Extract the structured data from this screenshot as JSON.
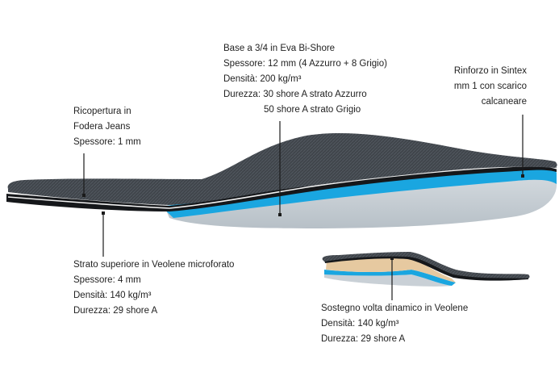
{
  "colors": {
    "fabric": "#3e4247",
    "fabric_light": "#5a5f66",
    "black_layer": "#15171a",
    "blue_layer": "#1aa6e0",
    "grey_base": "#c9d0d6",
    "white_line": "#f2f2f2",
    "tan_support": "#e6c9a0",
    "leader": "#1a1a1a"
  },
  "labels": {
    "base": {
      "line1": "Base a 3/4 in Eva Bi-Shore",
      "line2": "Spessore: 12 mm (4 Azzurro + 8 Grigio)",
      "line3": "Densità: 200 kg/m³",
      "line4": "Durezza: 30 shore A strato Azzurro",
      "line5": "50 shore A strato Grigio"
    },
    "rinforzo": {
      "line1": "Rinforzo in Sintex",
      "line2": "mm 1 con scarico",
      "line3": "calcaneare"
    },
    "ricopertura": {
      "line1": "Ricopertura in",
      "line2": "Fodera Jeans",
      "line3": "Spessore: 1 mm"
    },
    "strato": {
      "line1": "Strato superiore in Veolene microforato",
      "line2": "Spessore: 4 mm",
      "line3": "Densità: 140 kg/m³",
      "line4": "Durezza: 29 shore A"
    },
    "sostegno": {
      "line1": "Sostegno volta dinamico in Veolene",
      "line2": "Densità: 140 kg/m³",
      "line3": "Durezza: 29 shore A"
    }
  }
}
